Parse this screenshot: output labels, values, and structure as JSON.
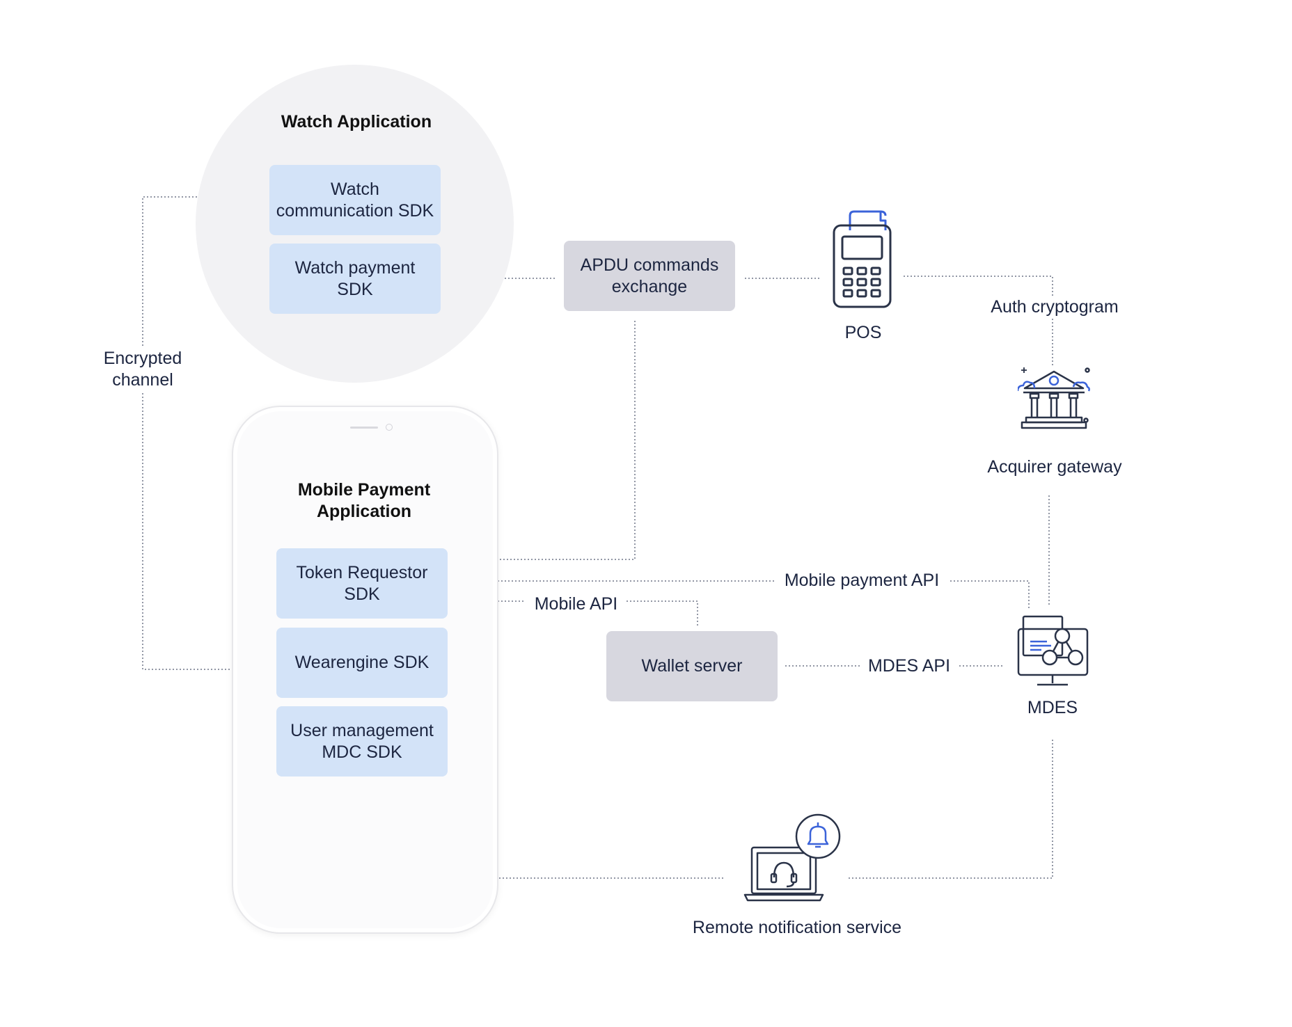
{
  "watch_app": {
    "title": "Watch Application",
    "sdks": [
      "Watch\ncommunication SDK",
      "Watch payment\nSDK"
    ]
  },
  "mobile_app": {
    "title": "Mobile Payment\nApplication",
    "sdks": [
      "Token Requestor\nSDK",
      "Wearengine SDK",
      "User management\nMDC SDK"
    ]
  },
  "apdu": {
    "label": "APDU commands\nexchange"
  },
  "wallet_server": {
    "label": "Wallet server"
  },
  "pos": {
    "label": "POS",
    "icon": "pos-terminal-icon"
  },
  "acquirer": {
    "label": "Acquirer gateway",
    "icon": "bank-icon"
  },
  "mdes": {
    "label": "MDES",
    "icon": "server-network-icon"
  },
  "remote": {
    "label": "Remote notification service",
    "icon": "laptop-bell-icon"
  },
  "connections": {
    "encrypted_channel": "Encrypted\nchannel",
    "auth_cryptogram": "Auth cryptogram",
    "mobile_payment_api": "Mobile payment API",
    "mobile_api": "Mobile API",
    "mdes_api": "MDES API"
  },
  "colors": {
    "sdk_box": "#d3e3f8",
    "grey_box": "#d7d7df",
    "circle": "#f2f2f4",
    "line": "#6d7386",
    "icon_dark": "#2a3348",
    "icon_accent": "#3b63d9"
  }
}
